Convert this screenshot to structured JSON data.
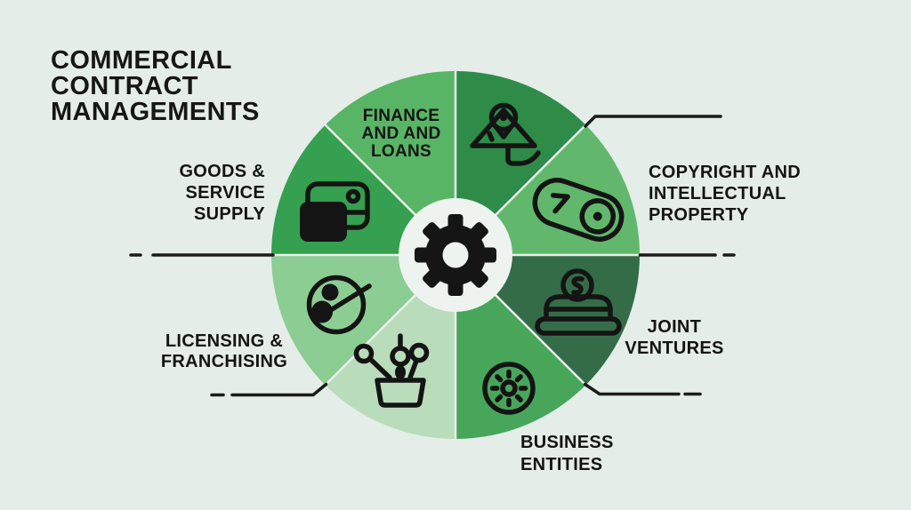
{
  "canvas": {
    "background": "#e4ede8"
  },
  "title": {
    "lines": [
      "COMMERCIAL",
      "CONTRACT",
      "MANAGEMENTS"
    ],
    "color": "#161616"
  },
  "wheel": {
    "ink": "#1b1b1b",
    "inner_circle_color": "#eef3f0",
    "divider_color": "#e8f0eb",
    "center_icon": "gear-icon",
    "segments": [
      {
        "name": "location-pin",
        "icon": "location-pin-icon",
        "color": "#2e8c48"
      },
      {
        "name": "film-roll",
        "icon": "film-roll-icon",
        "color": "#61b86c"
      },
      {
        "name": "money-bag",
        "icon": "money-bag-icon",
        "color": "#346c47"
      },
      {
        "name": "coin",
        "icon": "coin-icon",
        "color": "#48a65b"
      },
      {
        "name": "plant",
        "icon": "plant-icon",
        "color": "#b9dcba"
      },
      {
        "name": "megaphone",
        "icon": "megaphone-icon",
        "color": "#8ccd93"
      },
      {
        "name": "wallet",
        "icon": "wallet-icon",
        "color": "#35a04f"
      },
      {
        "name": "finance-text",
        "icon": "",
        "color": "#58b565"
      }
    ]
  },
  "labels": {
    "finance": {
      "lines": [
        "FINANCE",
        "AND AND",
        "LOANS"
      ]
    },
    "goods": {
      "lines": [
        "GOODS &",
        "SERVICE",
        "SUPPLY"
      ]
    },
    "copyright": {
      "lines": [
        "COPYRIGHT AND",
        "INTELLECTUAL",
        "PROPERTY"
      ]
    },
    "joint": {
      "lines": [
        "JOINT",
        "VENTURES"
      ]
    },
    "business": {
      "lines": [
        "BUSINESS",
        "ENTITIES"
      ]
    },
    "licensing": {
      "lines": [
        "LICENSING &",
        "FRANCHISING"
      ]
    }
  }
}
